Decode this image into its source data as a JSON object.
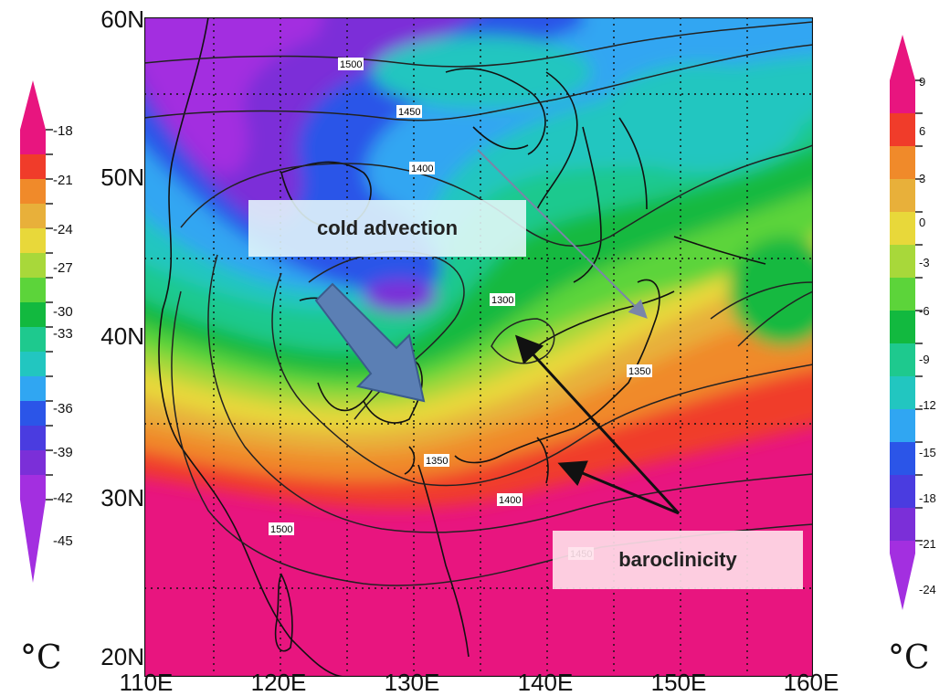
{
  "map": {
    "lat_labels": [
      "60N",
      "50N",
      "40N",
      "30N",
      "20N"
    ],
    "lon_labels": [
      "110E",
      "120E",
      "130E",
      "140E",
      "150E",
      "160E"
    ],
    "contour_labels": [
      "1500",
      "1450",
      "1400",
      "1300",
      "1350",
      "1350",
      "1400",
      "1500",
      "1450"
    ],
    "annotations": {
      "cold_advection": "cold advection",
      "baroclinicity": "baroclinicity"
    }
  },
  "left_colorbar": {
    "ticks": [
      "-18",
      "-21",
      "-24",
      "-27",
      "-30",
      "-33",
      "-36",
      "-39",
      "-42",
      "-45"
    ],
    "unit": "°C"
  },
  "right_colorbar": {
    "ticks": [
      "9",
      "6",
      "3",
      "0",
      "-3",
      "-6",
      "-9",
      "-12",
      "-15",
      "-18",
      "-21",
      "-24"
    ],
    "unit": "°C"
  },
  "colors": {
    "magenta": "#e8157f",
    "red": "#f03c2a",
    "orange": "#f08a2a",
    "yellow_orange": "#e8b03a",
    "yellow": "#e8d83a",
    "yellow_green": "#a8d83a",
    "light_green": "#5cd43a",
    "green": "#12b93f",
    "teal_green": "#1ec98e",
    "teal": "#22c6c0",
    "sky": "#30a6f2",
    "blue": "#2b55e8",
    "violet": "#7b2fd8",
    "purple": "#a32fe0"
  }
}
